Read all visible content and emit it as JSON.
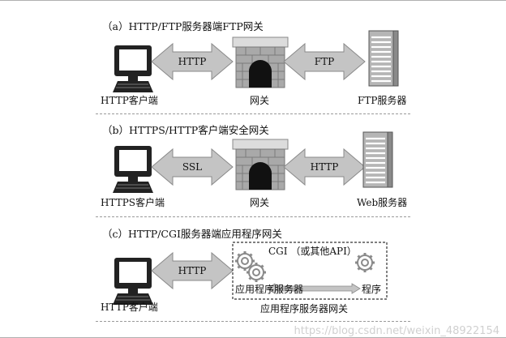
{
  "sections": [
    {
      "caption": "（a）HTTP/FTP服务器端FTP网关",
      "left_arrow_label": "HTTP",
      "right_arrow_label": "FTP",
      "client_label": "HTTP客户端",
      "gateway_label": "网关",
      "server_label": "FTP服务器"
    },
    {
      "caption": "（b）HTTPS/HTTP客户端安全网关",
      "left_arrow_label": "SSL",
      "right_arrow_label": "HTTP",
      "client_label": "HTTPS客户端",
      "gateway_label": "网关",
      "server_label": "Web服务器"
    },
    {
      "caption": "（c）HTTP/CGI服务器端应用程序网关",
      "left_arrow_label": "HTTP",
      "box_title": "CGI （或其他API）",
      "app_server_label": "应用程序服务器",
      "program_label": "程序",
      "client_label": "HTTP客户端",
      "gateway_box_label": "应用程序服务器网关"
    }
  ],
  "watermark": "https://blog.csdn.net/weixin_48922154",
  "colors": {
    "arrow_fill": "#c4c4c4",
    "arrow_stroke": "#8a8a8a",
    "monitor": "#222222",
    "brick": "#a9a9a9",
    "brick_top": "#d8d8d8",
    "server_body": "#b5b5b5",
    "gear": "#9a9a9a",
    "separator": "#9a9a9a"
  },
  "icons": [
    "monitor-icon",
    "gateway-arch-icon",
    "server-tower-icon",
    "gear-icon"
  ]
}
